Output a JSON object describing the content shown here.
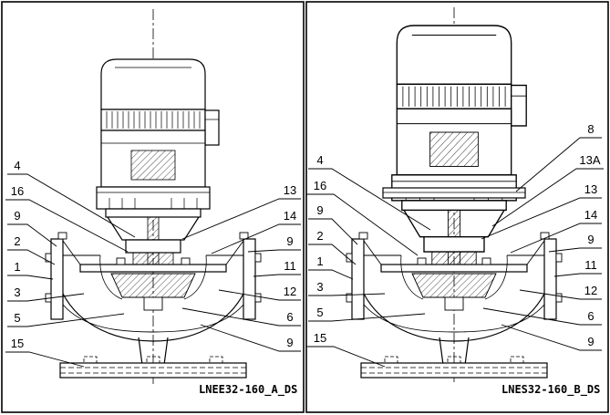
{
  "colors": {
    "line": "#000000",
    "background": "#ffffff"
  },
  "panels": [
    {
      "drawing_label": "LNEE32-160_A_DS",
      "callouts_left": [
        "4",
        "16",
        "9",
        "2",
        "1",
        "3",
        "5",
        "15"
      ],
      "callouts_right": [
        "13",
        "14",
        "9",
        "11",
        "12",
        "6",
        "9"
      ]
    },
    {
      "drawing_label": "LNES32-160_B_DS",
      "callouts_left": [
        "4",
        "16",
        "9",
        "2",
        "1",
        "3",
        "5",
        "15"
      ],
      "callouts_right": [
        "8",
        "13A",
        "13",
        "14",
        "9",
        "11",
        "12",
        "6",
        "9"
      ]
    }
  ]
}
